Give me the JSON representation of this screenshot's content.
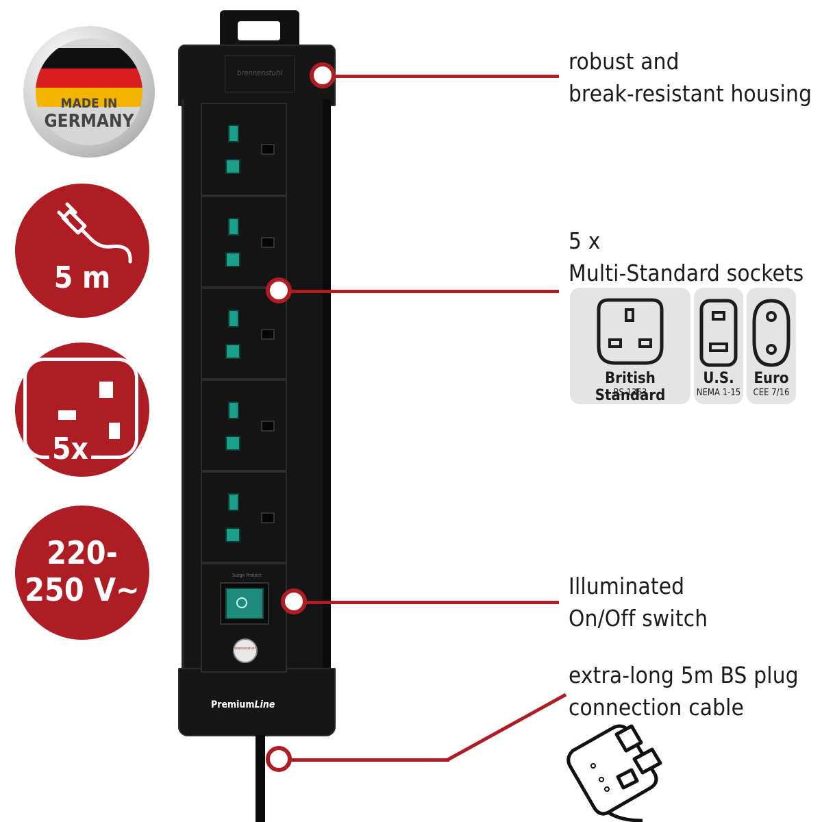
{
  "badges": {
    "made_in_line1": "MADE IN",
    "made_in_line2": "GERMANY",
    "cable_length": "5 m",
    "socket_count": "5x",
    "voltage_line1": "220-",
    "voltage_line2": "250 V~"
  },
  "product": {
    "brand_top": "brennenstuhl",
    "product_line_prefix": "Premium",
    "product_line_suffix": "Line",
    "switch_label": "Surge Protect",
    "brand_seal": "brennenstuhl"
  },
  "features": [
    {
      "line1": "robust and",
      "line2": "break-resistant housing"
    },
    {
      "line1": "5 x",
      "line2": "Multi-Standard sockets"
    },
    {
      "line1": "Illuminated",
      "line2": "On/Off switch"
    },
    {
      "line1": "extra-long 5m BS plug",
      "line2": "connection cable"
    }
  ],
  "socket_standards": [
    {
      "name": "British Standard",
      "code": "BS 1363",
      "icon": "uk-plug-icon"
    },
    {
      "name": "U.S.",
      "code": "NEMA 1-15",
      "icon": "us-plug-icon"
    },
    {
      "name": "Euro",
      "code": "CEE 7/16",
      "icon": "euro-plug-icon"
    }
  ],
  "colors": {
    "accent": "#ae1d24",
    "housing": "#141414",
    "pins": "#19a08a"
  }
}
